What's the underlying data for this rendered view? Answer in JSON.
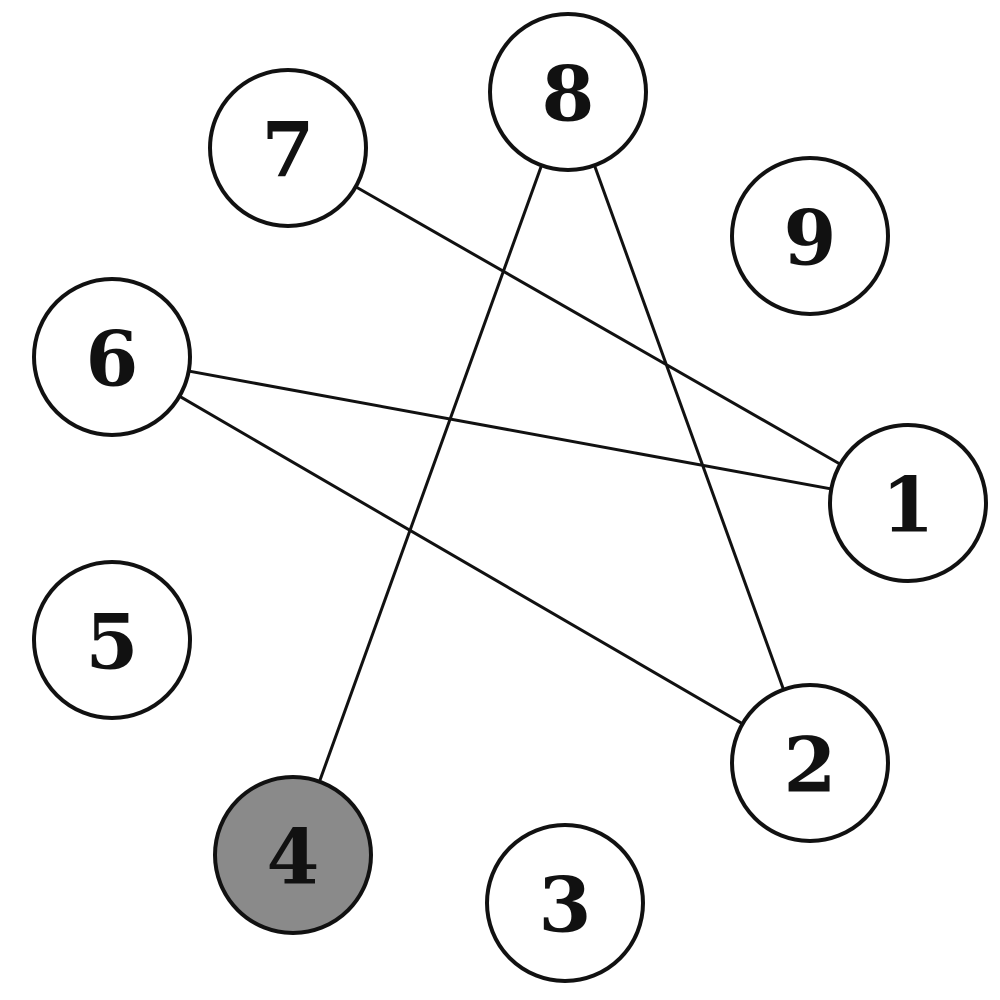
{
  "graph": {
    "colors": {
      "default_fill": "#ffffff",
      "highlight_fill": "#8a8a8a",
      "stroke": "#111111"
    },
    "nodes": [
      {
        "id": "n1",
        "label": "1",
        "highlighted": false
      },
      {
        "id": "n2",
        "label": "2",
        "highlighted": false
      },
      {
        "id": "n3",
        "label": "3",
        "highlighted": false
      },
      {
        "id": "n4",
        "label": "4",
        "highlighted": true
      },
      {
        "id": "n5",
        "label": "5",
        "highlighted": false
      },
      {
        "id": "n6",
        "label": "6",
        "highlighted": false
      },
      {
        "id": "n7",
        "label": "7",
        "highlighted": false
      },
      {
        "id": "n8",
        "label": "8",
        "highlighted": false
      },
      {
        "id": "n9",
        "label": "9",
        "highlighted": false
      }
    ],
    "edges": [
      {
        "from": "7",
        "to": "1"
      },
      {
        "from": "6",
        "to": "1"
      },
      {
        "from": "6",
        "to": "2"
      },
      {
        "from": "8",
        "to": "2"
      },
      {
        "from": "8",
        "to": "4"
      }
    ]
  }
}
